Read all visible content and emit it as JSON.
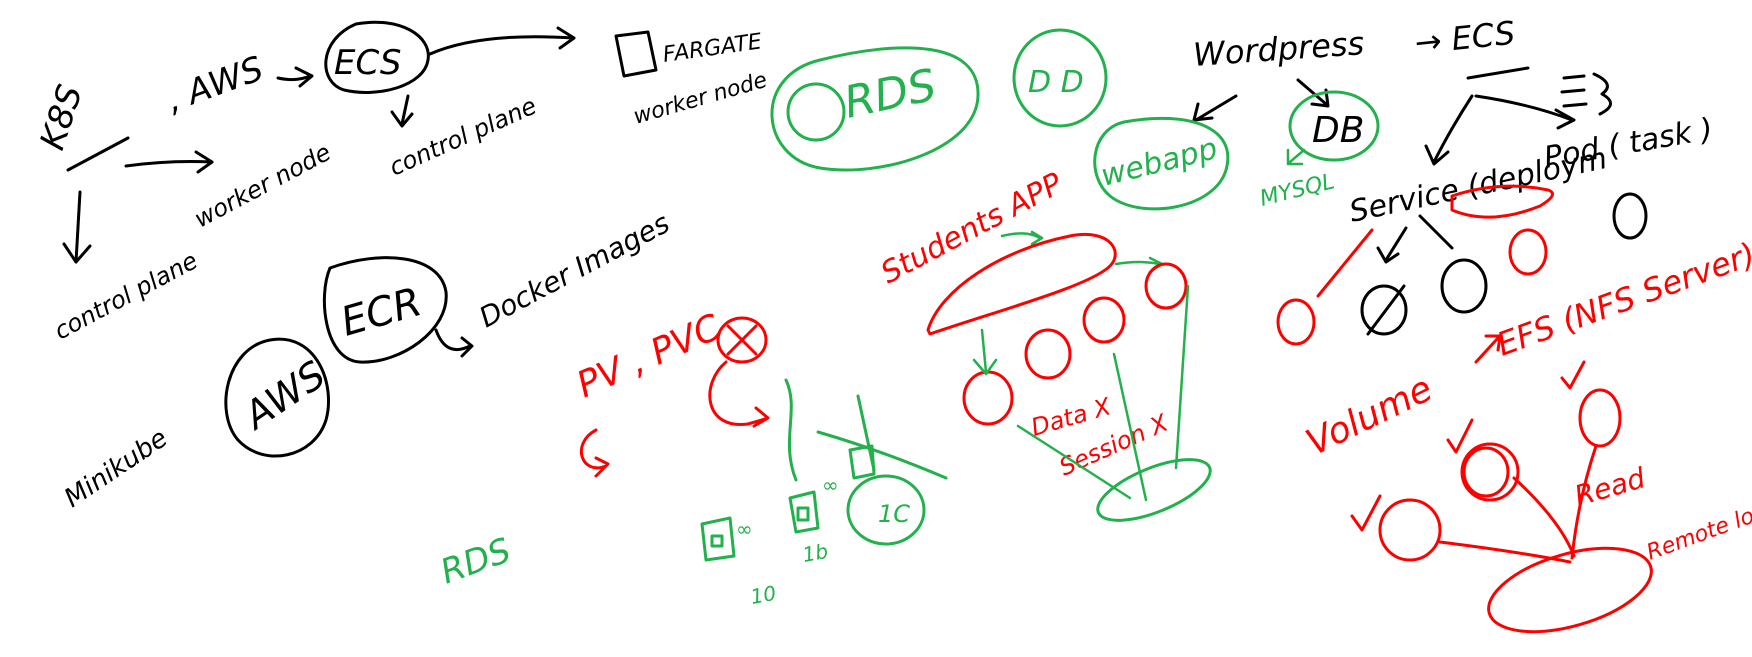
{
  "canvas": {
    "background": "#ffffff",
    "ink_colors": {
      "black": "#000000",
      "red": "#ff0000",
      "green": "#22b14c"
    }
  },
  "labels": {
    "k8s": "K8S",
    "aws": ", AWS",
    "ecs": "ECS",
    "fargate": "FARGATE",
    "fargate_worker_node": "worker node",
    "worker_node": "worker node",
    "k8s_control_plane": "control plane",
    "ecs_control_plane": "control plane",
    "minikube": "Minikube",
    "aws_circle": "AWS",
    "ecr": "ECR",
    "docker_images": "Docker Images",
    "rds_circle": "RDS",
    "dd": "D D",
    "pv_pvc": "PV , PVC",
    "rds_bottom": "RDS",
    "ec2_left": "10",
    "ec2_mid": "1b",
    "ec2_right": "1C",
    "students_app": "Students APP",
    "data_x": "Data X",
    "session_x": "Session X",
    "wordpress": "Wordpress",
    "arrow_ecs": "→ ECS",
    "webapp": "webapp",
    "db": "DB",
    "mysql": "MYSQL",
    "service": "Service (deploym",
    "pod_task": "Pod ( task )",
    "volume": "Volume",
    "efs_nfs": "EFS (NFS Server)",
    "read": "Read",
    "remote_location": "Remote location"
  }
}
